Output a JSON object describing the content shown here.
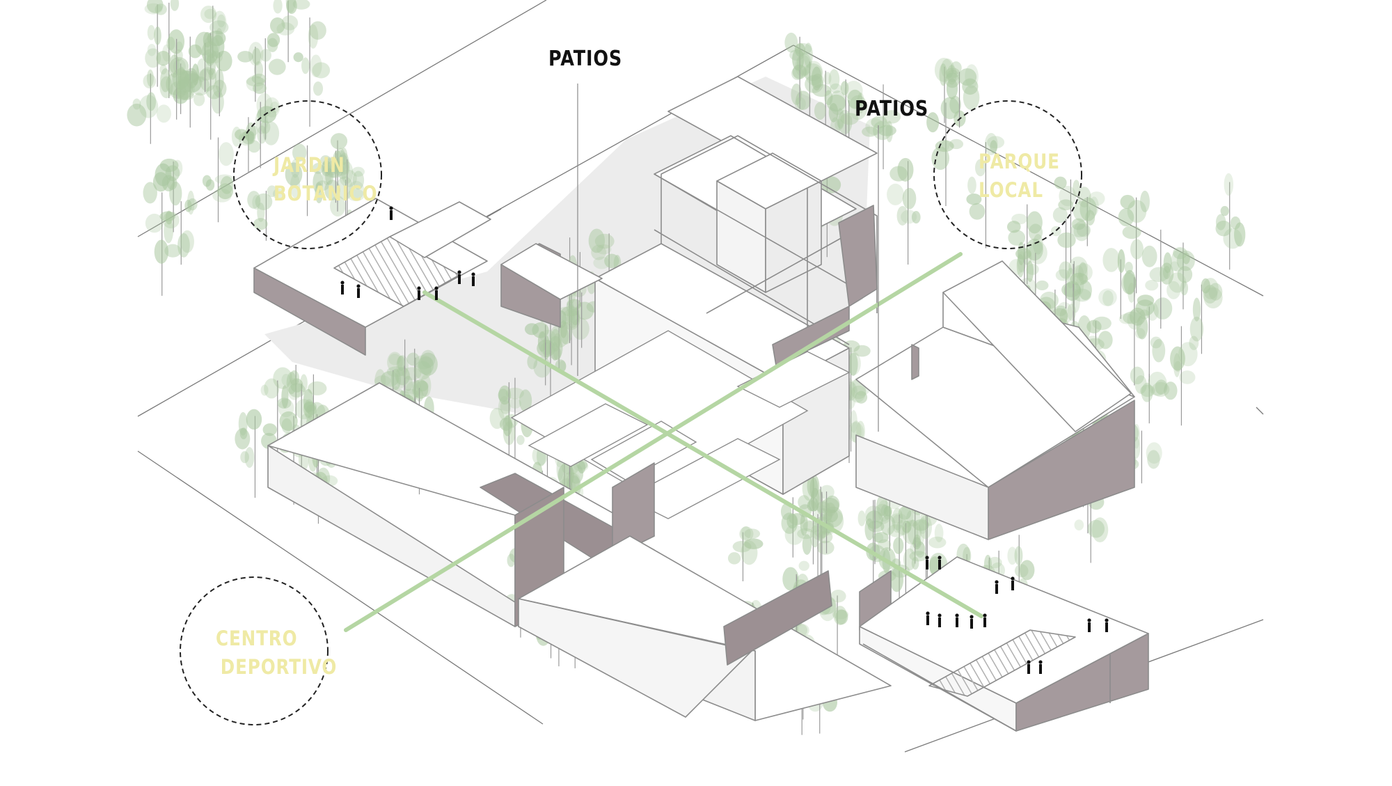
{
  "labels": {
    "patios_upper": "PATIOS",
    "patios_right": "PATIOS"
  },
  "zones": {
    "jardin": {
      "line1": "JARDIN",
      "line2": "BOTANICO"
    },
    "parque": {
      "line1": "PARQUE",
      "line2": "LOCAL"
    },
    "centro": {
      "line1": "CENTRO",
      "line2": "DEPORTIVO"
    }
  },
  "colors": {
    "zone_text": "#efeaa5",
    "axis_line": "#b5d6a3",
    "wall_shadow": "#a59a9d",
    "outline": "#8a8a8a",
    "tree_leaf": "#a9c79f",
    "text_dark": "#111111"
  }
}
